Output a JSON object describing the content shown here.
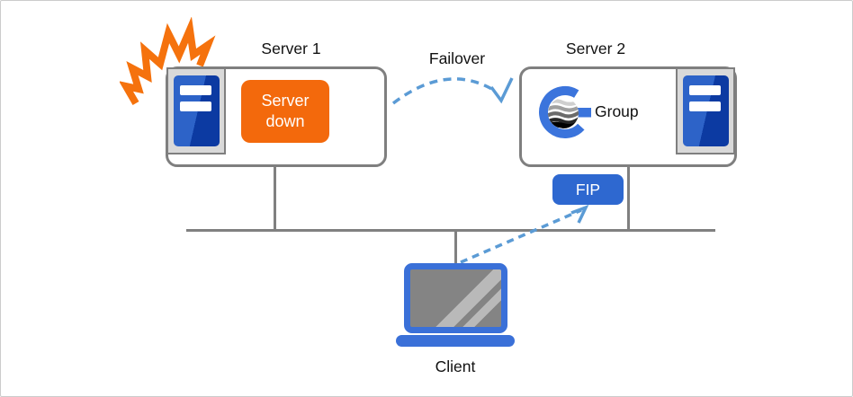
{
  "diagram": {
    "server1": {
      "title": "Server 1",
      "status_badge": "Server down"
    },
    "failover": {
      "label": "Failover"
    },
    "server2": {
      "title": "Server 2",
      "group": {
        "label": "Group"
      }
    },
    "fip": {
      "label": "FIP"
    },
    "client": {
      "label": "Client"
    }
  },
  "colors": {
    "canvas-border": "#cccccc",
    "line-gray": "#808080",
    "box-border": "#7f7f7f",
    "icon-bg": "#d9d9d9",
    "badge-orange": "#f3690c",
    "burst-orange": "#f5720d",
    "fip-blue": "#2e68d0",
    "device-blue": "#3a70d8",
    "logo-blue": "#3b74dc",
    "dash-blue": "#5b9bd5",
    "tower-blue-light": "#2d63c8",
    "tower-blue-dark": "#0c3aa2",
    "screen-gray": "#848484",
    "stripe-gray": "#b9b9b9",
    "text": "#111111"
  },
  "icons": {
    "burst": "crash-burst-icon",
    "server_tower": "server-tower-icon",
    "group_logo": "cluster-group-logo-icon",
    "laptop": "laptop-icon",
    "failover_arrow": "failover-arc-arrow-icon",
    "client_arrow": "client-to-fip-arrow-icon"
  }
}
